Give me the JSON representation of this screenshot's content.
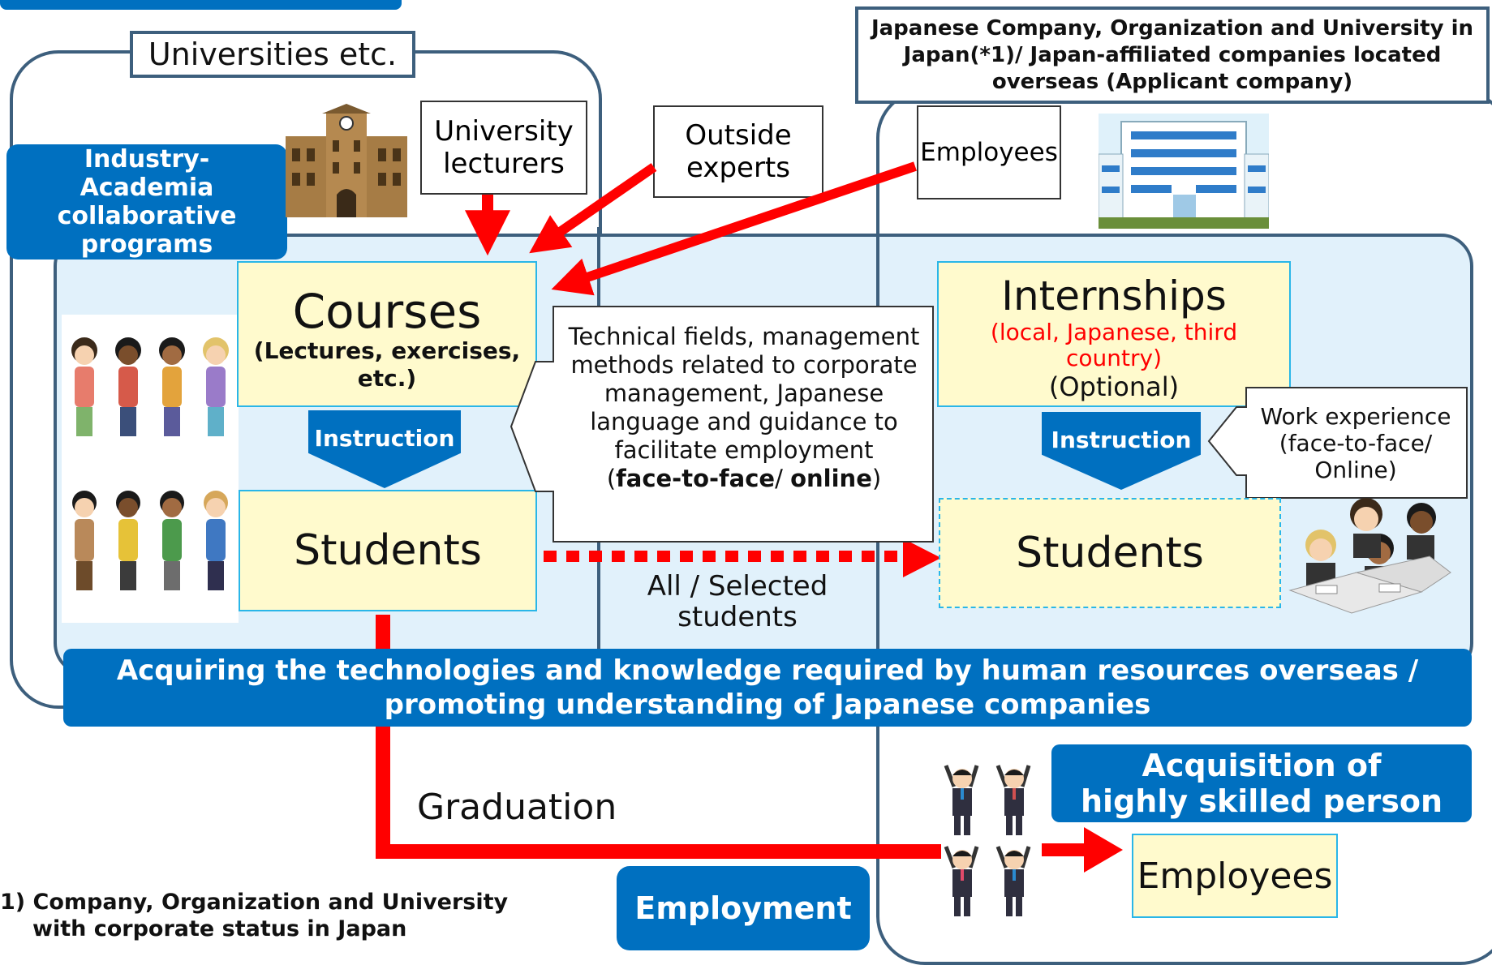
{
  "universities_label": "Universities etc.",
  "company_header": "Japanese Company, Organization and University in Japan(*1)/ Japan-affiliated companies located overseas (Applicant company)",
  "industry_academia": "Industry-Academia collaborative programs",
  "university_lecturers": "University lecturers",
  "outside_experts": "Outside experts",
  "employees_top": "Employees",
  "courses": {
    "title": "Courses",
    "subtitle": "(Lectures, exercises, etc.)"
  },
  "instruction_left": "Instruction",
  "students_left": "Students",
  "technical_callout": {
    "text": "Technical fields, management methods related to corporate management, Japanese language and guidance to facilitate employment",
    "mode_open": "(",
    "mode_ftf": "face-to-face",
    "mode_sep": "/ ",
    "mode_online": "online",
    "mode_close": ")"
  },
  "internships": {
    "title": "Internships",
    "subtitle_red": "(local, Japanese, third country)",
    "optional": "(Optional)"
  },
  "instruction_right": "Instruction",
  "work_experience": "Work experience (face-to-face/ Online)",
  "students_right": "Students",
  "all_selected": "All / Selected students",
  "banner": {
    "line1": "Acquiring the technologies and knowledge required by human resources overseas /",
    "line2": "promoting understanding of Japanese companies"
  },
  "graduation": "Graduation",
  "acquisition": {
    "line1": "Acquisition of",
    "line2": "highly skilled  person"
  },
  "employees_bottom": "Employees",
  "employment": "Employment",
  "footnote": {
    "line1": "1) Company, Organization and University",
    "line2": "with corporate status in Japan"
  },
  "colors": {
    "blue": "#0070c0",
    "frame": "#3d5f7d",
    "red": "#ff0000",
    "yellow": "#fffacd",
    "light_blue": "#e1f1fb",
    "cyan_border": "#29b6e8"
  }
}
